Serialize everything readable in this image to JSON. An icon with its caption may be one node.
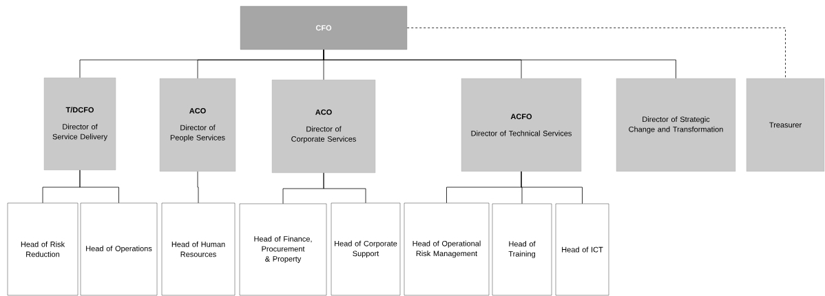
{
  "diagram": {
    "nodes": [
      {
        "text": [
          "CFO"
        ]
      },
      {
        "text": [
          "T/DCFO",
          "Director of Service Delivery"
        ]
      },
      {
        "text": [
          "ACO",
          "Director of People Services"
        ]
      },
      {
        "text": [
          "ACO",
          "Director of Corporate Services"
        ]
      },
      {
        "text": [
          "ACFO",
          "Director of Technical Services"
        ]
      },
      {
        "text": [
          "Director of Strategic Change and Transformation"
        ]
      },
      {
        "text": [
          "Treasurer"
        ]
      },
      {
        "text": [
          "Head of Risk Reduction"
        ]
      },
      {
        "text": [
          "Head of Operations"
        ]
      },
      {
        "text": [
          "Head of Human Resources"
        ]
      },
      {
        "text": [
          "Head of Finance, Procurement & Property"
        ]
      },
      {
        "text": [
          "Head of Corporate Support"
        ]
      },
      {
        "text": [
          "Head of Operational Risk Management"
        ]
      },
      {
        "text": [
          "Head of Training"
        ]
      },
      {
        "text": [
          "Head of ICT"
        ]
      }
    ],
    "edges": [
      {
        "from": 0,
        "to": 1,
        "arrow": "none"
      },
      {
        "from": 0,
        "to": 2,
        "arrow": "none"
      },
      {
        "from": 0,
        "to": 3,
        "arrow": "none"
      },
      {
        "from": 0,
        "to": 4,
        "arrow": "none"
      },
      {
        "from": 0,
        "to": 5,
        "arrow": "none"
      },
      {
        "from": 0,
        "to": 6,
        "arrow": "none",
        "style": "dashed"
      },
      {
        "from": 1,
        "to": 7,
        "arrow": "none"
      },
      {
        "from": 1,
        "to": 8,
        "arrow": "none"
      },
      {
        "from": 2,
        "to": 9,
        "arrow": "none"
      },
      {
        "from": 3,
        "to": 10,
        "arrow": "none"
      },
      {
        "from": 3,
        "to": 11,
        "arrow": "none"
      },
      {
        "from": 4,
        "to": 12,
        "arrow": "none"
      },
      {
        "from": 4,
        "to": 13,
        "arrow": "none"
      },
      {
        "from": 4,
        "to": 14,
        "arrow": "none"
      }
    ]
  }
}
